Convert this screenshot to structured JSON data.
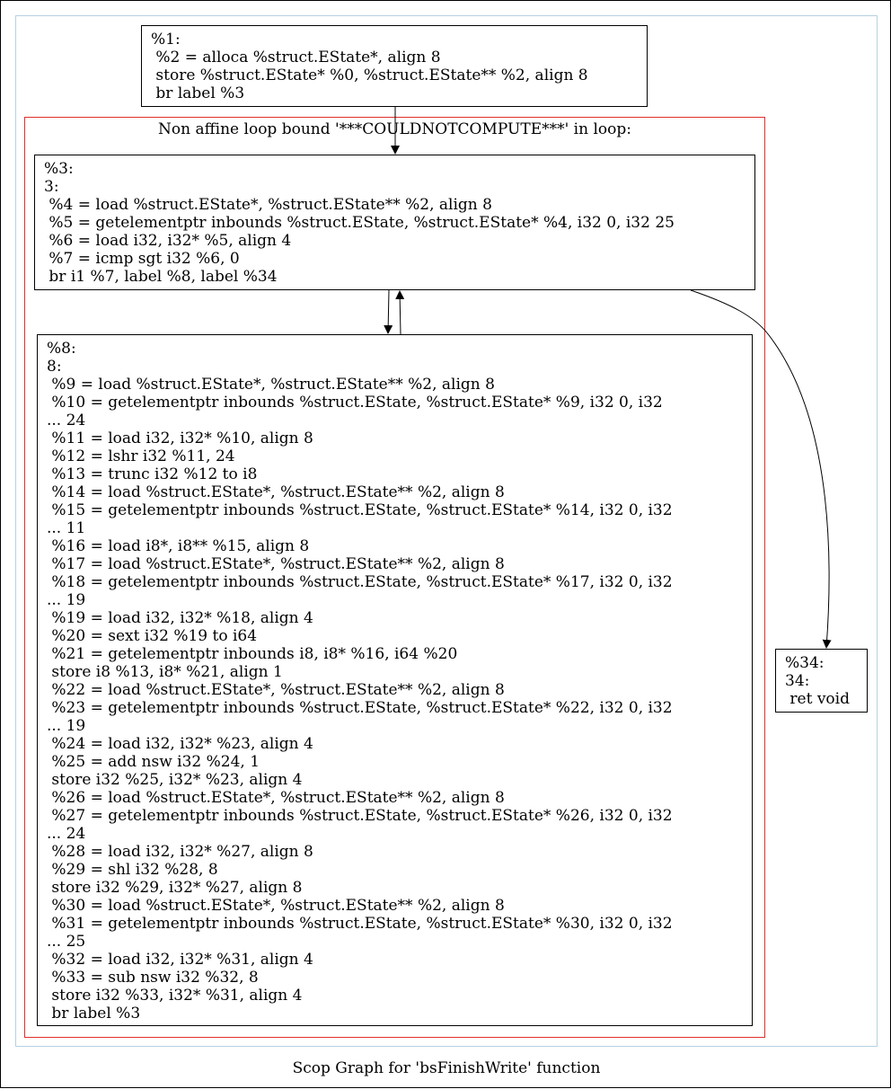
{
  "diagram": {
    "caption": "Scop Graph for 'bsFinishWrite' function",
    "cluster_label": "Non affine loop bound '***COULDNOTCOMPUTE***' in loop:",
    "nodes": {
      "n1": [
        "%1:",
        " %2 = alloca %struct.EState*, align 8",
        " store %struct.EState* %0, %struct.EState** %2, align 8",
        " br label %3"
      ],
      "n3": [
        "%3:",
        "3:",
        " %4 = load %struct.EState*, %struct.EState** %2, align 8",
        " %5 = getelementptr inbounds %struct.EState, %struct.EState* %4, i32 0, i32 25",
        " %6 = load i32, i32* %5, align 4",
        " %7 = icmp sgt i32 %6, 0",
        " br i1 %7, label %8, label %34"
      ],
      "n8": [
        "%8:",
        "8:",
        " %9 = load %struct.EState*, %struct.EState** %2, align 8",
        " %10 = getelementptr inbounds %struct.EState, %struct.EState* %9, i32 0, i32",
        "... 24",
        " %11 = load i32, i32* %10, align 8",
        " %12 = lshr i32 %11, 24",
        " %13 = trunc i32 %12 to i8",
        " %14 = load %struct.EState*, %struct.EState** %2, align 8",
        " %15 = getelementptr inbounds %struct.EState, %struct.EState* %14, i32 0, i32",
        "... 11",
        " %16 = load i8*, i8** %15, align 8",
        " %17 = load %struct.EState*, %struct.EState** %2, align 8",
        " %18 = getelementptr inbounds %struct.EState, %struct.EState* %17, i32 0, i32",
        "... 19",
        " %19 = load i32, i32* %18, align 4",
        " %20 = sext i32 %19 to i64",
        " %21 = getelementptr inbounds i8, i8* %16, i64 %20",
        " store i8 %13, i8* %21, align 1",
        " %22 = load %struct.EState*, %struct.EState** %2, align 8",
        " %23 = getelementptr inbounds %struct.EState, %struct.EState* %22, i32 0, i32",
        "... 19",
        " %24 = load i32, i32* %23, align 4",
        " %25 = add nsw i32 %24, 1",
        " store i32 %25, i32* %23, align 4",
        " %26 = load %struct.EState*, %struct.EState** %2, align 8",
        " %27 = getelementptr inbounds %struct.EState, %struct.EState* %26, i32 0, i32",
        "... 24",
        " %28 = load i32, i32* %27, align 8",
        " %29 = shl i32 %28, 8",
        " store i32 %29, i32* %27, align 8",
        " %30 = load %struct.EState*, %struct.EState** %2, align 8",
        " %31 = getelementptr inbounds %struct.EState, %struct.EState* %30, i32 0, i32",
        "... 25",
        " %32 = load i32, i32* %31, align 4",
        " %33 = sub nsw i32 %32, 8",
        " store i32 %33, i32* %31, align 4",
        " br label %3"
      ],
      "n34": [
        "%34:",
        "34:",
        " ret void"
      ]
    },
    "colors": {
      "outer_cluster": "#b7d1e3",
      "loop_cluster": "#e0302a",
      "edge": "#000000"
    }
  }
}
